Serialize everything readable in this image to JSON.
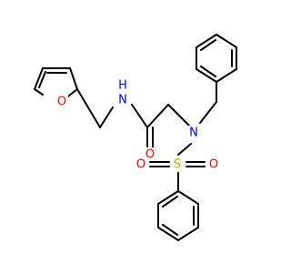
{
  "molecule": {
    "atoms": {
      "furan_o": {
        "label": "O",
        "color": "#ff0000"
      },
      "amide_nh": {
        "label": "N",
        "sub": "H",
        "color": "#0000ff"
      },
      "amide_o": {
        "label": "O",
        "color": "#ff0000"
      },
      "sulfonamide_n": {
        "label": "N",
        "color": "#0000ff"
      },
      "sulfur": {
        "label": "S",
        "color": "#b8b800"
      },
      "sulfonyl_o1": {
        "label": "O",
        "color": "#ff0000"
      },
      "sulfonyl_o2": {
        "label": "O",
        "color": "#ff0000"
      }
    }
  }
}
